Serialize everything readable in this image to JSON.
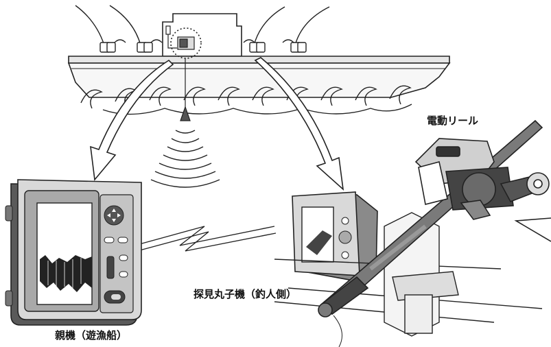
{
  "labels": {
    "electric_reel": "電動リール",
    "slave_unit": "探見丸子機（釣人側）",
    "master_unit": "親機（遊漁船）"
  },
  "colors": {
    "line": "#222222",
    "screen": "#ffffff",
    "case_light": "#d9d9d9",
    "case_mid": "#a9a9a9",
    "case_dark": "#5a5a5a",
    "sea_fill": "#f2f2f2"
  }
}
